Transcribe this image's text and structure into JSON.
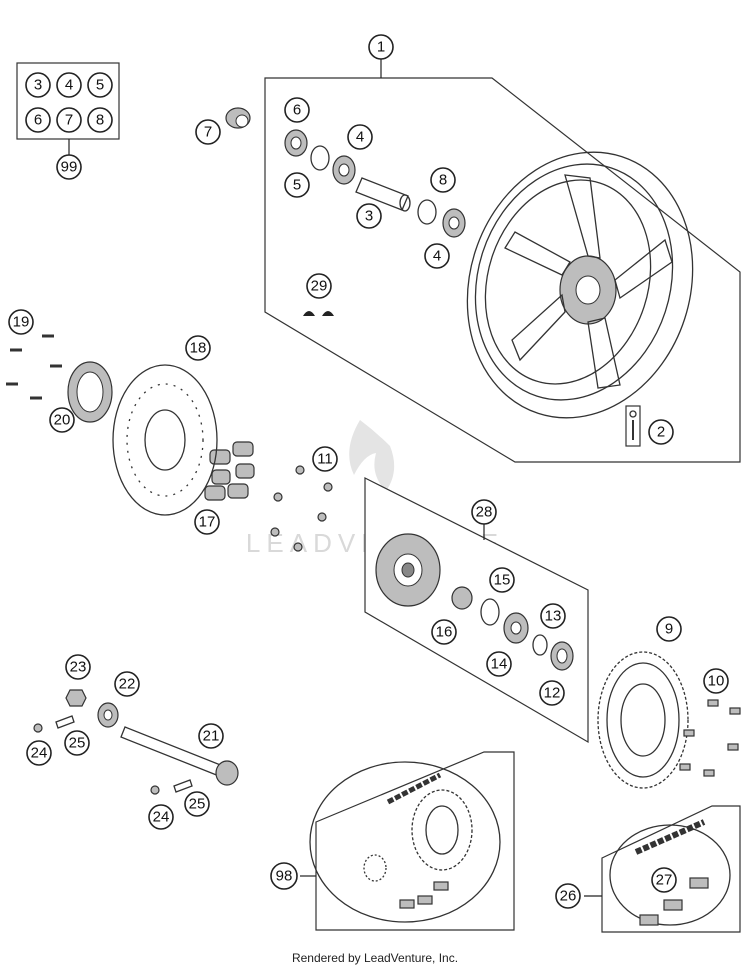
{
  "diagram": {
    "callouts": {
      "c1": "1",
      "c2": "2",
      "c3": "3",
      "c4a": "4",
      "c4b": "4",
      "c5": "5",
      "c6": "6",
      "c7": "7",
      "c8": "8",
      "c9": "9",
      "c10": "10",
      "c11": "11",
      "c12": "12",
      "c13": "13",
      "c14": "14",
      "c15": "15",
      "c16": "16",
      "c17": "17",
      "c18": "18",
      "c19": "19",
      "c20": "20",
      "c21": "21",
      "c22": "22",
      "c23": "23",
      "c24a": "24",
      "c24b": "24",
      "c25a": "25",
      "c25b": "25",
      "c26": "26",
      "c27": "27",
      "c28": "28",
      "c29": "29",
      "c98": "98",
      "c99": "99"
    },
    "kit_grid": [
      "3",
      "4",
      "5",
      "6",
      "7",
      "8"
    ],
    "watermark": "LEADVENTURE"
  },
  "footer": {
    "credit": "Rendered by LeadVenture, Inc."
  }
}
